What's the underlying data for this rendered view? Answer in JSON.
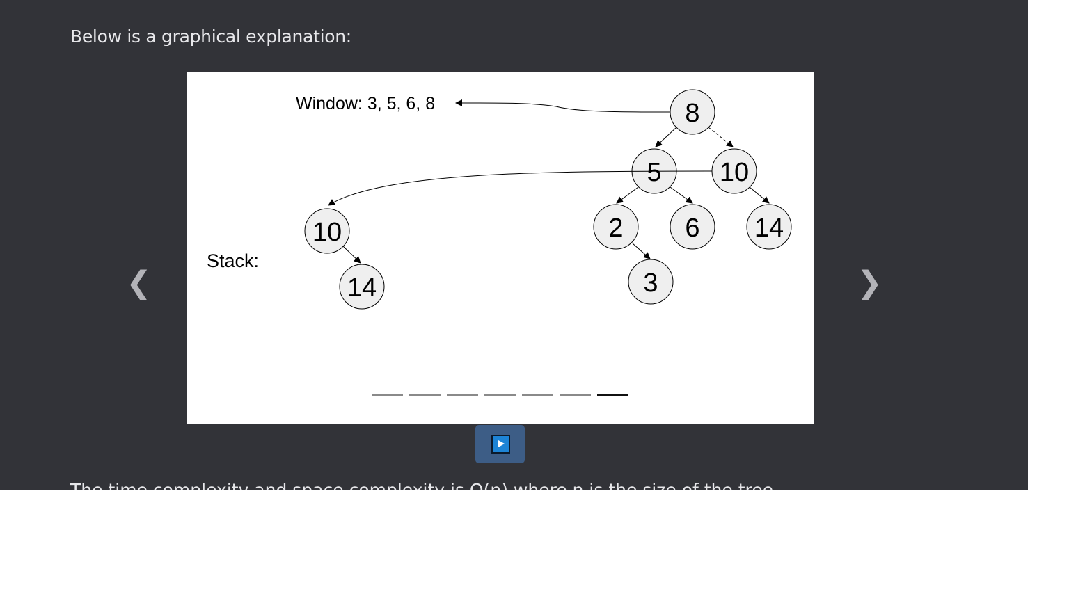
{
  "intro_text": "Below is a graphical explanation:",
  "carousel": {
    "prev_label": "❮",
    "next_label": "❯",
    "slide_count": 7,
    "active_slide": 7
  },
  "slide": {
    "window_label": "Window: 3, 5, 6, 8",
    "stack_label": "Stack:",
    "tree_nodes": {
      "root": "8",
      "left": "5",
      "right": "10",
      "left_left": "2",
      "left_right": "6",
      "right_right": "14",
      "left_left_right": "3"
    },
    "stack_nodes": {
      "top": "10",
      "child": "14"
    }
  },
  "play_button": {
    "icon": "play-icon"
  },
  "cutoff_text": "The time complexity and space complexity is O(n) where n is the size of the tree."
}
